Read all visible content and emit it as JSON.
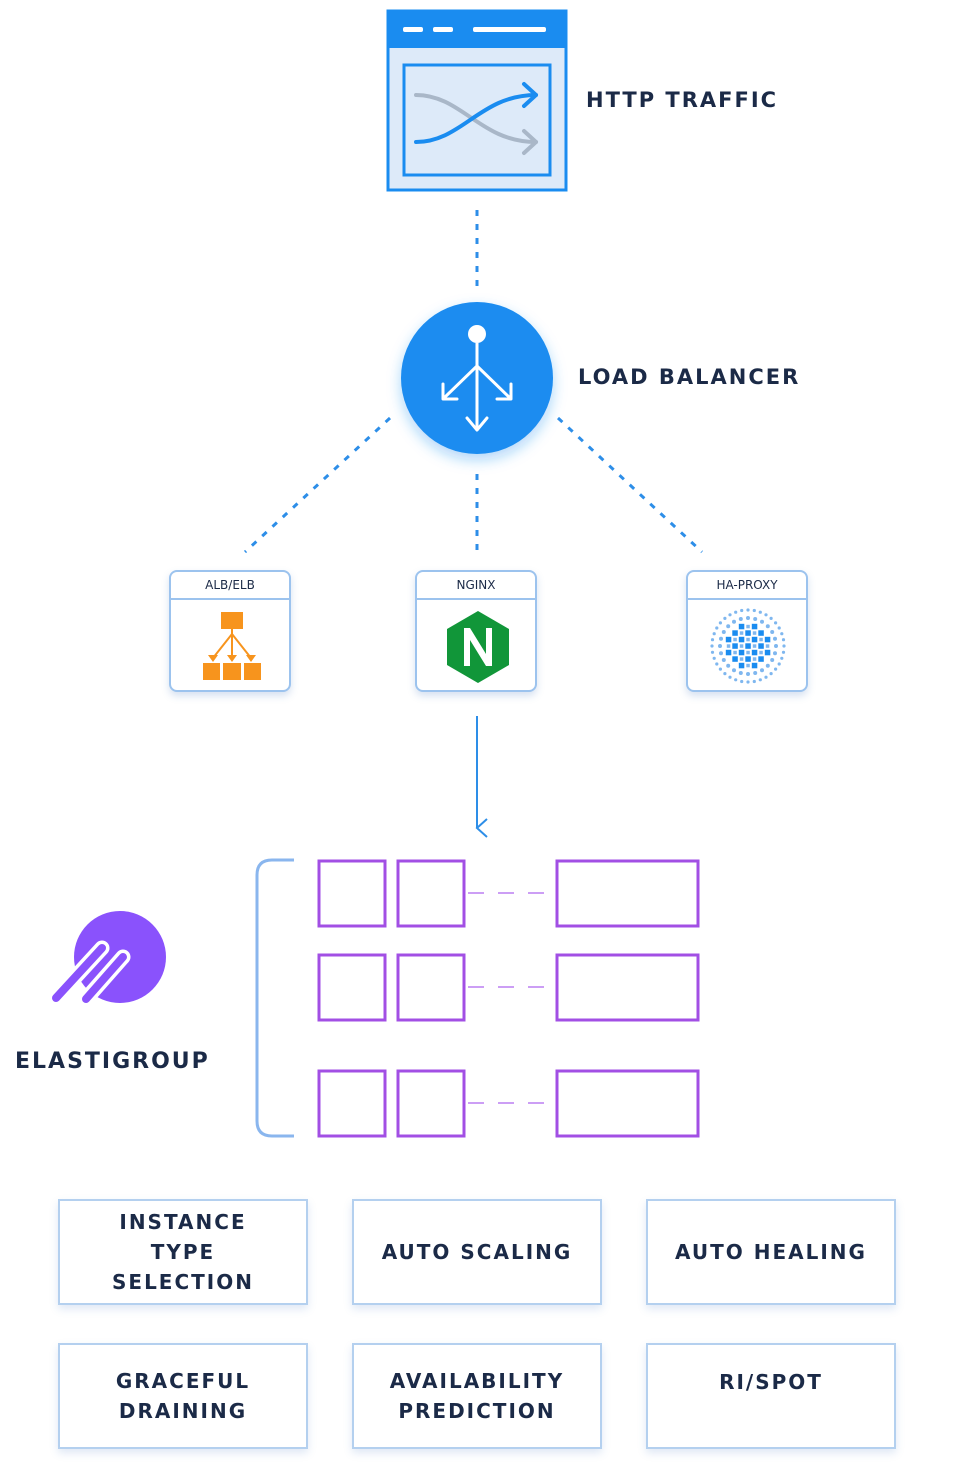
{
  "nodes": {
    "http_traffic": {
      "label": "HTTP TRAFFIC"
    },
    "load_balancer": {
      "label": "LOAD BALANCER"
    },
    "elastigroup": {
      "label": "ELASTIGROUP"
    }
  },
  "balancers": [
    {
      "label": "ALB/ELB",
      "icon": "aws-elb-icon"
    },
    {
      "label": "NGINX",
      "icon": "nginx-logo-icon"
    },
    {
      "label": "HA-PROXY",
      "icon": "haproxy-logo-icon"
    }
  ],
  "features": [
    {
      "label": "INSTANCE\nTYPE\nSELECTION"
    },
    {
      "label": "AUTO SCALING"
    },
    {
      "label": "AUTO HEALING"
    },
    {
      "label": "GRACEFUL\nDRAINING"
    },
    {
      "label": "AVAILABILITY\nPREDICTION"
    },
    {
      "label": "RI/SPOT"
    }
  ],
  "colors": {
    "primary_blue": "#1a8cf0",
    "dotted_line": "#2d8ee8",
    "instance_purple": "#a24fe4",
    "elastigroup_purple": "#8a52fc",
    "aws_orange": "#f7941d",
    "nginx_green": "#119639",
    "text_dark": "#1b2a47"
  }
}
